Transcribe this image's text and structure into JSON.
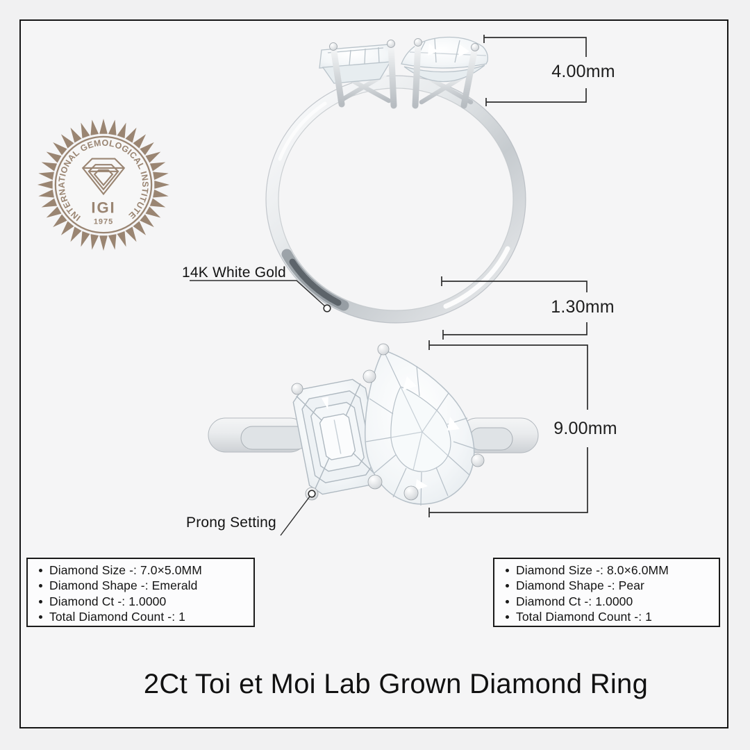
{
  "badge": {
    "arc_text": "INTERNATIONAL GEMOLOGICAL INSTITUTE",
    "monogram": "IGI",
    "year": "1975",
    "color": "#9a8572"
  },
  "measurements": {
    "stone_width": "4.00mm",
    "band_thickness": "1.30mm",
    "head_height": "9.00mm"
  },
  "callouts": {
    "metal": "14K White Gold",
    "setting": "Prong Setting"
  },
  "spec_boxes": {
    "left": {
      "items": [
        "Diamond Size -: 7.0×5.0MM",
        "Diamond Shape -: Emerald",
        "Diamond Ct -: 1.0000",
        "Total Diamond Count -: 1"
      ]
    },
    "right": {
      "items": [
        "Diamond Size -: 8.0×6.0MM",
        "Diamond Shape -: Pear",
        "Diamond Ct -: 1.0000",
        "Total Diamond Count -: 1"
      ]
    }
  },
  "title": "2Ct Toi et Moi Lab Grown Diamond Ring",
  "colors": {
    "background": "#f4f4f5",
    "frame_border": "#151515",
    "badge": "#9a8572",
    "text": "#1c1c1c",
    "annotation_line": "#2d2d2d",
    "metal_light": "#ffffff",
    "metal_mid": "#c9cdd1",
    "metal_dark": "#575d64"
  }
}
